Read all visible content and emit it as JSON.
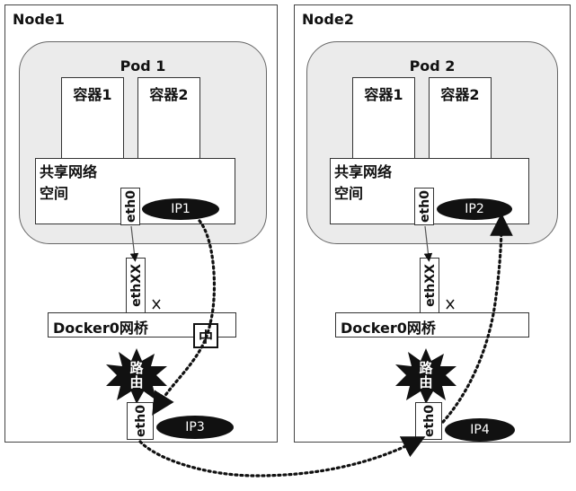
{
  "node1": {
    "title": "Node1",
    "pod": {
      "title": "Pod 1",
      "containers": [
        "容器1",
        "容器2"
      ],
      "netns": {
        "line1": "共享网络",
        "line2": "空间"
      },
      "eth": "eth0",
      "ip": "IP1"
    },
    "veth": "ethXX",
    "bridge": "Docker0网桥",
    "bridge_tag": "中",
    "route": "路由",
    "host_eth": "eth0",
    "host_ip": "IP3"
  },
  "node2": {
    "title": "Node2",
    "pod": {
      "title": "Pod 2",
      "containers": [
        "容器1",
        "容器2"
      ],
      "netns": {
        "line1": "共享网络",
        "line2": "空间"
      },
      "eth": "eth0",
      "ip": "IP2"
    },
    "veth": "ethXX",
    "bridge": "Docker0网桥",
    "route": "路由",
    "host_eth": "eth0",
    "host_ip": "IP4"
  }
}
